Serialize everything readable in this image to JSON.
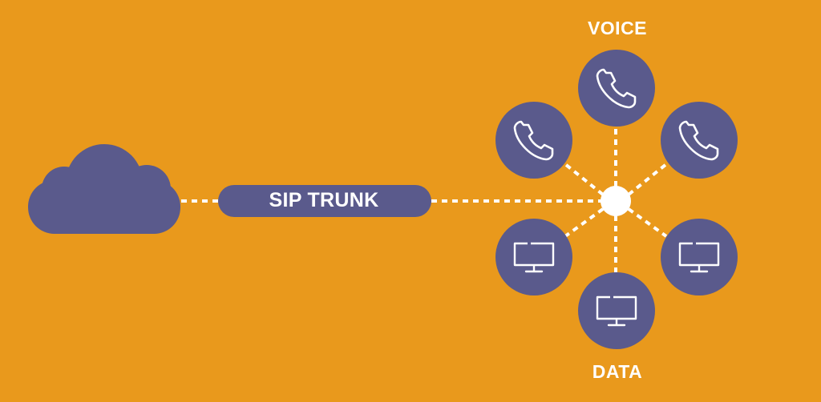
{
  "diagram": {
    "trunk_label": "SIP TRUNK",
    "voice_label": "VOICE",
    "data_label": "DATA",
    "nodes": [
      {
        "id": "cloud",
        "icon": "cloud-icon"
      },
      {
        "id": "hub",
        "icon": "hub-node"
      },
      {
        "id": "phone-top",
        "icon": "phone-icon"
      },
      {
        "id": "phone-left",
        "icon": "phone-icon"
      },
      {
        "id": "phone-right",
        "icon": "phone-icon"
      },
      {
        "id": "monitor-left",
        "icon": "monitor-icon"
      },
      {
        "id": "monitor-right",
        "icon": "monitor-icon"
      },
      {
        "id": "monitor-bottom",
        "icon": "monitor-icon"
      }
    ],
    "edges": [
      [
        "cloud",
        "hub"
      ],
      [
        "hub",
        "phone-top"
      ],
      [
        "hub",
        "phone-left"
      ],
      [
        "hub",
        "phone-right"
      ],
      [
        "hub",
        "monitor-left"
      ],
      [
        "hub",
        "monitor-right"
      ],
      [
        "hub",
        "monitor-bottom"
      ]
    ]
  },
  "colors": {
    "background": "#E9991C",
    "node_fill": "#5A5A8C",
    "line": "#FFFFFF",
    "hub": "#FFFFFF"
  }
}
